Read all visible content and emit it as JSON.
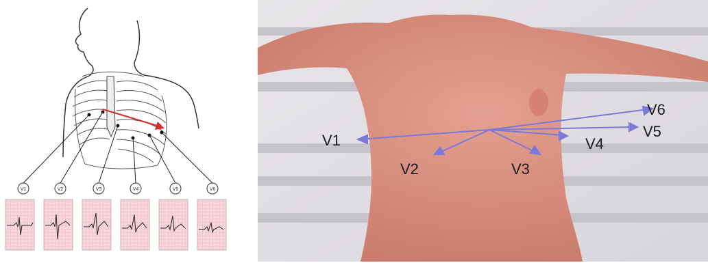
{
  "left_diagram": {
    "lead_circle_labels": [
      "V1",
      "V2",
      "V3",
      "V4",
      "V5",
      "V6"
    ],
    "arrow_color": "#d0302b",
    "ecg_grid_color": "#e89aa8",
    "trace_color": "#222222"
  },
  "right_photo": {
    "lead_labels": {
      "v1": "V1",
      "v2": "V2",
      "v3": "V3",
      "v4": "V4",
      "v5": "V5",
      "v6": "V6"
    },
    "vector_color": "#7a78d8",
    "skin_color": "#d98a78"
  }
}
